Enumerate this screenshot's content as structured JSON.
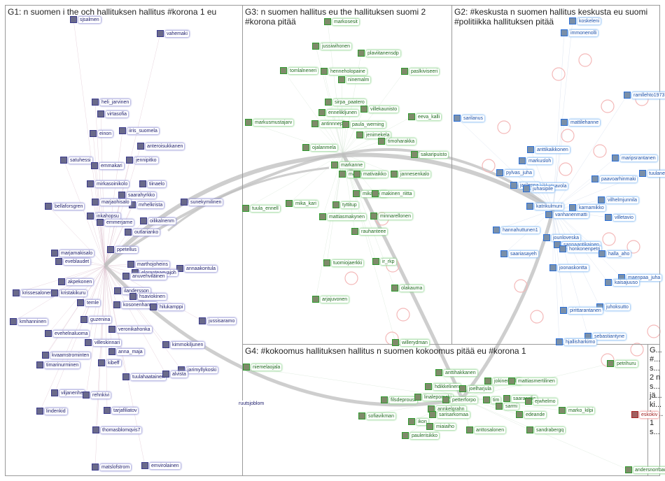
{
  "groups": [
    {
      "id": "g1",
      "title": "G1: n suomen i the och hallituksen hallitus #korona 1 eu"
    },
    {
      "id": "g3",
      "title": "G3: n suomen hallitus eu the hallituksen suomi 2 #korona pitää"
    },
    {
      "id": "g2",
      "title": "G2: #keskusta n suomen hallitus keskusta eu suomi #politiikka hallituksen pitää"
    },
    {
      "id": "g4",
      "title": "G4: #kokoomus hallituksen hallitus n suomen kokoomus pitää eu #korona 1"
    },
    {
      "id": "g5",
      "title": "G...\n#...\ns...\n2 n\ns...\njä...\nki...\nky...\n1\ns..."
    }
  ],
  "colors": {
    "g1": "#3a3a8c",
    "g2": "#2a6fd8",
    "g3": "#2e9a2e",
    "g4": "#2e9a2e",
    "g5": "#a82020",
    "edge": "#c8c8c8",
    "panel_border": "#9a9a9a"
  },
  "nodes": [
    {
      "g": "g1",
      "label": "sjsalmen"
    },
    {
      "g": "g1",
      "label": "vahemaki"
    },
    {
      "g": "g1",
      "label": "heli_jarvinen"
    },
    {
      "g": "g1",
      "label": "virtasofia"
    },
    {
      "g": "g1",
      "label": "iiris_suomela"
    },
    {
      "g": "g1",
      "label": "einon"
    },
    {
      "g": "g1",
      "label": "anteroisukkanen"
    },
    {
      "g": "g1",
      "label": "jennipitko"
    },
    {
      "g": "g1",
      "label": "satuhessi"
    },
    {
      "g": "g1",
      "label": "emmakari"
    },
    {
      "g": "g1",
      "label": "tiinaelo"
    },
    {
      "g": "g1",
      "label": "mirkasoinikolo"
    },
    {
      "g": "g1",
      "label": "saarahyrkko"
    },
    {
      "g": "g1",
      "label": "mrhelkrista"
    },
    {
      "g": "g1",
      "label": "sunekymilinen"
    },
    {
      "g": "g1",
      "label": "bellaforsgren"
    },
    {
      "g": "g1",
      "label": "marjaohisalo"
    },
    {
      "g": "g1",
      "label": "oilikalnenm"
    },
    {
      "g": "g1",
      "label": "inkahopsu"
    },
    {
      "g": "g1",
      "label": "emmerjarne"
    },
    {
      "g": "g1",
      "label": "outlarianko"
    },
    {
      "g": "g1",
      "label": "ppetellus"
    },
    {
      "g": "g1",
      "label": "marjamakisalo"
    },
    {
      "g": "g1",
      "label": "marthojoheins"
    },
    {
      "g": "g1",
      "label": "annaakontula"
    },
    {
      "g": "g1",
      "label": "eveblaudet"
    },
    {
      "g": "g1",
      "label": "eloranteaevajoh"
    },
    {
      "g": "g1",
      "label": "anuvehviläinen"
    },
    {
      "g": "g1",
      "label": "akpekonen"
    },
    {
      "g": "g1",
      "label": "krissesalonen"
    },
    {
      "g": "g1",
      "label": "kristakikuru"
    },
    {
      "g": "g1",
      "label": "ilandersson"
    },
    {
      "g": "g1",
      "label": "temle"
    },
    {
      "g": "g1",
      "label": "hsaviokinen"
    },
    {
      "g": "g1",
      "label": "kosonenhanna"
    },
    {
      "g": "g1",
      "label": "hilukamppi"
    },
    {
      "g": "g1",
      "label": "kmhanninen"
    },
    {
      "g": "g1",
      "label": "guzenina"
    },
    {
      "g": "g1",
      "label": "jussisaramo"
    },
    {
      "g": "g1",
      "label": "evehelnaluoma"
    },
    {
      "g": "g1",
      "label": "veronikahonka"
    },
    {
      "g": "g1",
      "label": "villeskinnari"
    },
    {
      "g": "g1",
      "label": "kimmokiljunen"
    },
    {
      "g": "g1",
      "label": "kvaamstrominten"
    },
    {
      "g": "g1",
      "label": "anna_maja"
    },
    {
      "g": "g1",
      "label": "timarinurminen"
    },
    {
      "g": "g1",
      "label": "kibeff"
    },
    {
      "g": "g1",
      "label": "jarimyllykoski"
    },
    {
      "g": "g1",
      "label": "tuulahaatainen"
    },
    {
      "g": "g1",
      "label": "alvista"
    },
    {
      "g": "g1",
      "label": "viljanenhe"
    },
    {
      "g": "g1",
      "label": "rehnkivi"
    },
    {
      "g": "g1",
      "label": "tarjafiliatov"
    },
    {
      "g": "g1",
      "label": "lindenkid"
    },
    {
      "g": "g1",
      "label": "thomasblomqvis7"
    },
    {
      "g": "g1",
      "label": "matslofstrom"
    },
    {
      "g": "g1",
      "label": "emvirolainen"
    },
    {
      "g": "g6",
      "label": "ruutsjoblom"
    },
    {
      "g": "g3",
      "label": "markosesit"
    },
    {
      "g": "g3",
      "label": "jussiwihonen"
    },
    {
      "g": "g3",
      "label": "plaviitanensdp"
    },
    {
      "g": "g3",
      "label": "tomlalneneri"
    },
    {
      "g": "g3",
      "label": "henneholopaine"
    },
    {
      "g": "g3",
      "label": "paslkiviseeri"
    },
    {
      "g": "g3",
      "label": "ninemalm"
    },
    {
      "g": "g3",
      "label": "sirpa_paatero"
    },
    {
      "g": "g3",
      "label": "villekaunisto"
    },
    {
      "g": "g3",
      "label": "ennelikljunen"
    },
    {
      "g": "g3",
      "label": "eeva_kalli"
    },
    {
      "g": "g3",
      "label": "markusmustajarv"
    },
    {
      "g": "g3",
      "label": "antinnnepl"
    },
    {
      "g": "g3",
      "label": "paula_werning"
    },
    {
      "g": "g3",
      "label": "jenimekela"
    },
    {
      "g": "g3",
      "label": "timoharakka"
    },
    {
      "g": "g3",
      "label": "ojalanmela"
    },
    {
      "g": "g3",
      "label": "sakaripuisto"
    },
    {
      "g": "g3",
      "label": "markanne"
    },
    {
      "g": "g3",
      "label": "mattindman"
    },
    {
      "g": "g3",
      "label": "mativaikko"
    },
    {
      "g": "g3",
      "label": "jannesenkalo"
    },
    {
      "g": "g3",
      "label": "mikaniikko"
    },
    {
      "g": "g3",
      "label": "makinen_riitta"
    },
    {
      "g": "g3",
      "label": "tuula_ennell"
    },
    {
      "g": "g3",
      "label": "mika_kari"
    },
    {
      "g": "g3",
      "label": "tyttitup"
    },
    {
      "g": "g3",
      "label": "mattiasmakynen"
    },
    {
      "g": "g3",
      "label": "minnarellonen"
    },
    {
      "g": "g3",
      "label": "rauhanteee"
    },
    {
      "g": "g3",
      "label": "tuomiojaerkki"
    },
    {
      "g": "g3",
      "label": "ir_rkp"
    },
    {
      "g": "g3",
      "label": "olakauma"
    },
    {
      "g": "g3",
      "label": "arjajuvonen"
    },
    {
      "g": "g3",
      "label": "willerydman"
    },
    {
      "g": "g2",
      "label": "koskeleni"
    },
    {
      "g": "g2",
      "label": "immonenolli"
    },
    {
      "g": "g2",
      "label": "ramllehto1973"
    },
    {
      "g": "g2",
      "label": "sarilanus"
    },
    {
      "g": "g2",
      "label": "mattilehanne"
    },
    {
      "g": "g2",
      "label": "anttikaikkonen"
    },
    {
      "g": "g2",
      "label": "markusloh"
    },
    {
      "g": "g2",
      "label": "maripsrantanen"
    },
    {
      "g": "g2",
      "label": "pylvas_juha"
    },
    {
      "g": "g2",
      "label": "mikkotsavola"
    },
    {
      "g": "g2",
      "label": "tuulaneni"
    },
    {
      "g": "g2",
      "label": "paavoarhinmaki"
    },
    {
      "g": "g2",
      "label": "jarileppa"
    },
    {
      "g": "g2",
      "label": "juhasipile"
    },
    {
      "g": "g2",
      "label": "vilhelmjunnila"
    },
    {
      "g": "g2",
      "label": "katrikulmuni"
    },
    {
      "g": "g2",
      "label": "karnamikko"
    },
    {
      "g": "g2",
      "label": "vanhanenmatti"
    },
    {
      "g": "g2",
      "label": "villetavio"
    },
    {
      "g": "g2",
      "label": "hannahuttunen1"
    },
    {
      "g": "g2",
      "label": "jounloveska"
    },
    {
      "g": "g2",
      "label": "sannaantikainen"
    },
    {
      "g": "g2",
      "label": "saariasayeh"
    },
    {
      "g": "g2",
      "label": "honkonenpetri"
    },
    {
      "g": "g2",
      "label": "halla_aho"
    },
    {
      "g": "g2",
      "label": "joonaskontta"
    },
    {
      "g": "g2",
      "label": "maenpaa_juha"
    },
    {
      "g": "g2",
      "label": "kaisajuuso"
    },
    {
      "g": "g2",
      "label": "juhoksutto"
    },
    {
      "g": "g2",
      "label": "pirittarantanen"
    },
    {
      "g": "g2",
      "label": "sebastiantyne"
    },
    {
      "g": "g2",
      "label": "hjallisharkimo"
    },
    {
      "g": "g4",
      "label": "niemelaojala"
    },
    {
      "g": "g4",
      "label": "petrihuru"
    },
    {
      "g": "g4",
      "label": "anttihakkanen"
    },
    {
      "g": "g4",
      "label": "hdikkelinen"
    },
    {
      "g": "g4",
      "label": "joelharjula"
    },
    {
      "g": "g4",
      "label": "jokinenkalle"
    },
    {
      "g": "g4",
      "label": "mattiasmertilinen"
    },
    {
      "g": "g4",
      "label": "filsdeproust"
    },
    {
      "g": "g4",
      "label": "linalepomaki"
    },
    {
      "g": "g4",
      "label": "petterforpo"
    },
    {
      "g": "g4",
      "label": "tim"
    },
    {
      "g": "g4",
      "label": "sarmi"
    },
    {
      "g": "g4",
      "label": "saarasofie"
    },
    {
      "g": "g4",
      "label": "ejwhelmo"
    },
    {
      "g": "g4",
      "label": "annkelgrahn"
    },
    {
      "g": "g4",
      "label": "sarisarkomaa"
    },
    {
      "g": "g4",
      "label": "sofiavikman"
    },
    {
      "g": "g4",
      "label": "ikon"
    },
    {
      "g": "g4",
      "label": "edeande"
    },
    {
      "g": "g4",
      "label": "marko_kilpi"
    },
    {
      "g": "g4",
      "label": "miaiaiho"
    },
    {
      "g": "g4",
      "label": "anttosalonen"
    },
    {
      "g": "g4",
      "label": "paulerisikko"
    },
    {
      "g": "g4",
      "label": "sandrabergq"
    },
    {
      "g": "g4",
      "label": "andersnorrback"
    },
    {
      "g": "g5",
      "label": "eskokiv"
    }
  ]
}
